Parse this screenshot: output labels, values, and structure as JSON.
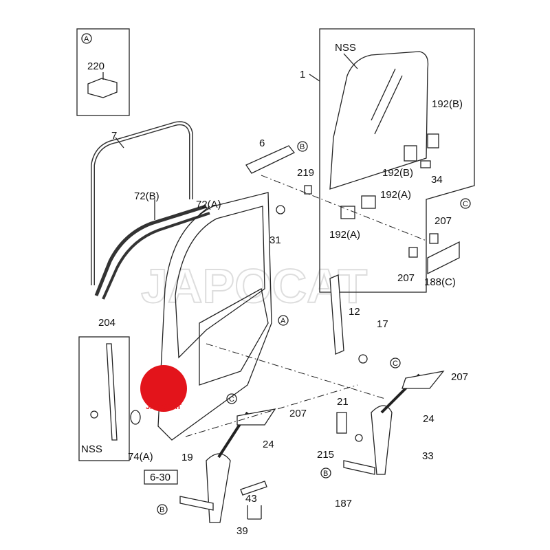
{
  "watermark": "JAPOCAT",
  "logo": {
    "text": "JAPOCAT",
    "color": "#e3141b"
  },
  "inset_a": {
    "ref": "A",
    "part": "220"
  },
  "inset_nss": {
    "part": "204",
    "label": "NSS"
  },
  "glass_box": {
    "label": "NSS",
    "part": "1"
  },
  "labels": {
    "p7": "7",
    "p72b": "72(B)",
    "p72a": "72(A)",
    "p192b_1": "192(B)",
    "p192b_2": "192(B)",
    "p34": "34",
    "p192a_1": "192(A)",
    "ref_c_1": "C",
    "p207_1": "207",
    "p192a_2": "192(A)",
    "p207_2": "207",
    "p188c": "188(C)",
    "p6": "6",
    "ref_b_1": "B",
    "p219": "219",
    "p31": "31",
    "ref_a_2": "A",
    "p12": "12",
    "p17": "17",
    "p74a": "74(A)",
    "p630": "6-30",
    "ref_c_2": "C",
    "p207_3": "207",
    "ref_c_3": "C",
    "p207_4": "207",
    "p21": "21",
    "p24_1": "24",
    "p215": "215",
    "p33": "33",
    "p24_2": "24",
    "p19": "19",
    "ref_b_2": "B",
    "p187": "187",
    "p43": "43",
    "p39": "39",
    "ref_b_3": "B"
  }
}
